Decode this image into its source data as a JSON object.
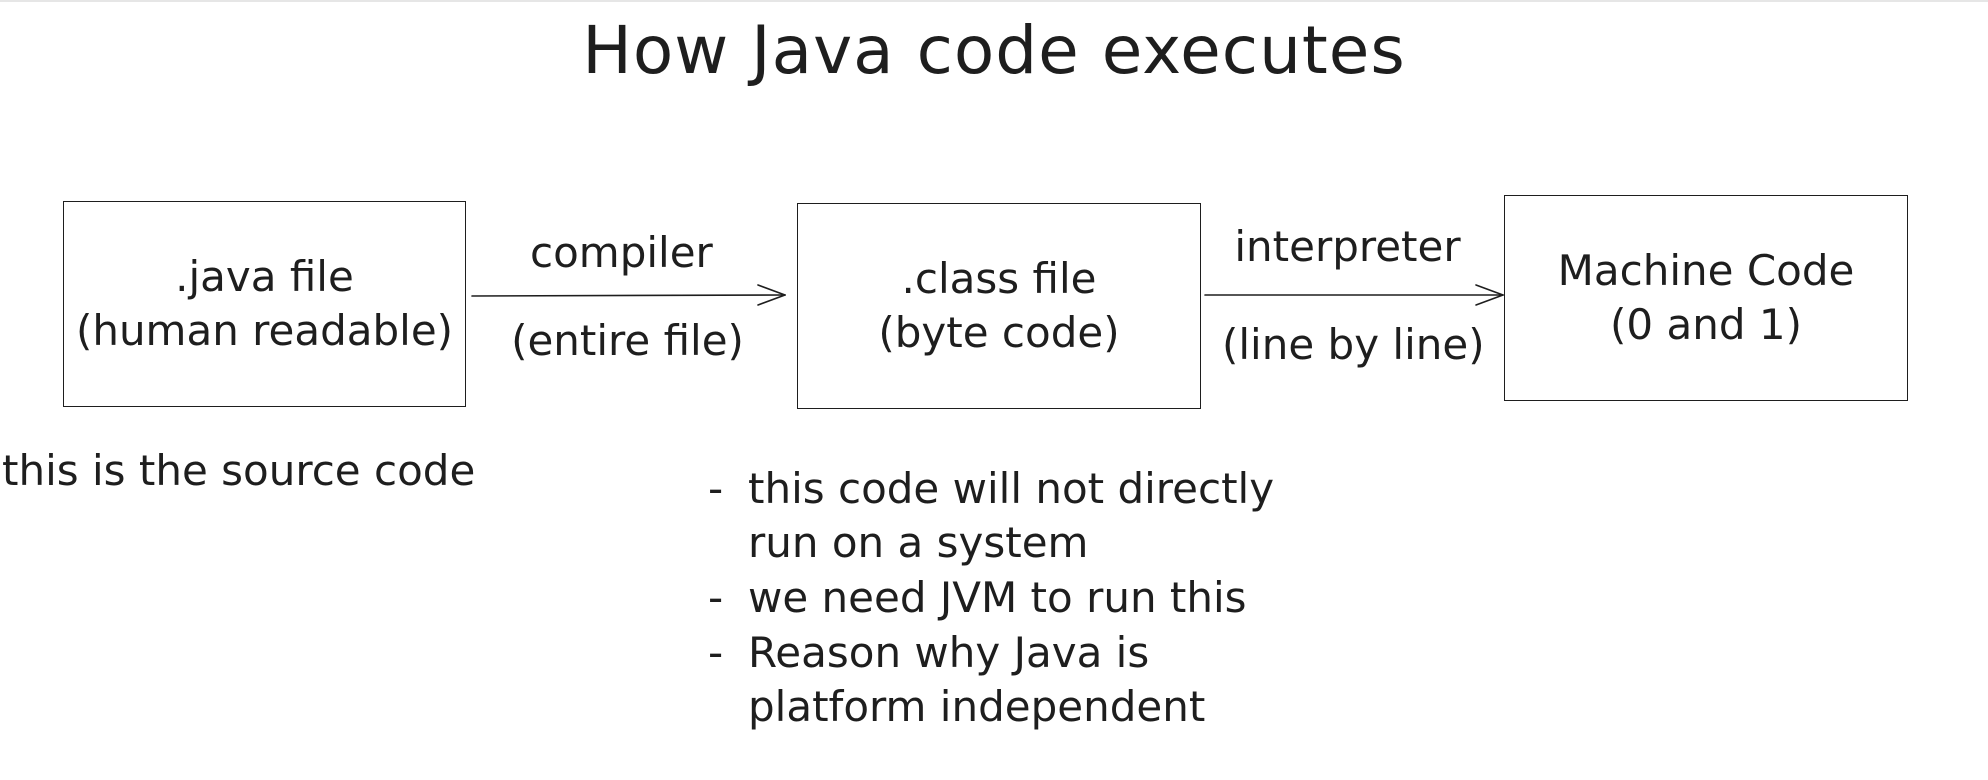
{
  "title": "How Java code executes",
  "nodes": {
    "java_file": {
      "line1": ".java file",
      "line2": "(human readable)"
    },
    "class_file": {
      "line1": ".class file",
      "line2": "(byte code)"
    },
    "machine_code": {
      "line1": "Machine Code",
      "line2": "(0 and 1)"
    }
  },
  "edges": {
    "compile": {
      "top": "compiler",
      "bottom": "(entire file)"
    },
    "interpret": {
      "top": "interpreter",
      "bottom": "(line by line)"
    }
  },
  "notes": {
    "source": "this is the source code",
    "bytecode": [
      {
        "line1": "this code will not directly",
        "line2": "run on a system"
      },
      {
        "line1": "we need JVM to run this"
      },
      {
        "line1": "Reason why Java is",
        "line2": "platform independent"
      }
    ],
    "dash": "-"
  }
}
